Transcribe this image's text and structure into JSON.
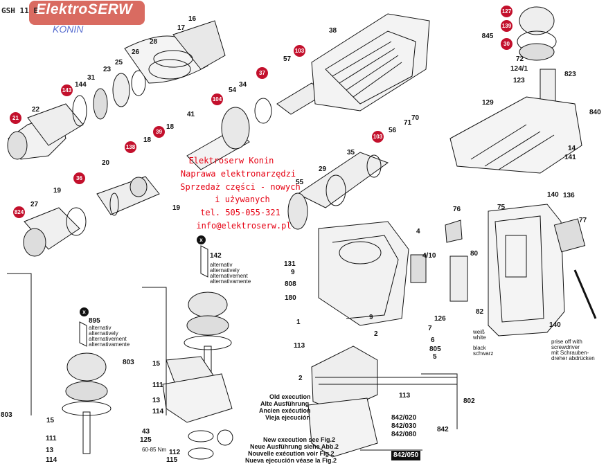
{
  "header": {
    "model": "GSH 11 E",
    "logo_main": "ElektroSERW",
    "logo_sub": "KONIN"
  },
  "company": {
    "name": "Elektroserw Konin",
    "line1": "Naprawa elektronarzędzi",
    "line2": "Sprzedaż części - nowych",
    "line3": "i używanych",
    "phone": "tel. 505-055-321",
    "email": "info@elektroserw.pl"
  },
  "circled_parts": [
    "127",
    "139",
    "845",
    "30",
    "143",
    "21",
    "103",
    "37",
    "104",
    "39",
    "138",
    "36",
    "824",
    "103",
    "x",
    "x"
  ],
  "part_numbers": [
    "16",
    "17",
    "28",
    "26",
    "25",
    "23",
    "31",
    "144",
    "22",
    "38",
    "57",
    "54",
    "34",
    "41",
    "18",
    "18",
    "20",
    "19",
    "27",
    "19",
    "72",
    "124/1",
    "123",
    "823",
    "840",
    "129",
    "14",
    "141",
    "56",
    "71",
    "70",
    "35",
    "29",
    "55",
    "140",
    "136",
    "142",
    "803",
    "15",
    "111",
    "13",
    "114",
    "43",
    "125",
    "112",
    "115",
    "895",
    "803",
    "15",
    "111",
    "13",
    "114",
    "131",
    "9",
    "808",
    "180",
    "1",
    "4",
    "4/10",
    "76",
    "75",
    "77",
    "80",
    "82",
    "140",
    "113",
    "2",
    "7",
    "126",
    "6",
    "805",
    "5",
    "9",
    "113",
    "2",
    "802",
    "842",
    "842/020",
    "842/030",
    "842/080",
    "842/050"
  ],
  "annotations": {
    "alternatively": [
      "alternativ",
      "alternatively",
      "alternativement",
      "alternativamente"
    ],
    "torque": "60-85 Nm",
    "wire_colors_1": [
      "weiß",
      "white"
    ],
    "wire_colors_2": [
      "black",
      "schwarz"
    ],
    "prise_off": [
      "prise off with",
      "screwdriver",
      "mit Schrauben-",
      "dreher abdrücken"
    ],
    "old_execution": [
      "Old execution",
      "Alte Ausführung",
      "Ancien exécution",
      "Vieja ejecución"
    ],
    "new_execution": [
      "New execution see Fig.2",
      "Neue Ausführung siehe Abb.2",
      "Nouvelle exécution voir Fig.2",
      "Nueva ejecución véase la Fig.2"
    ]
  },
  "colors": {
    "callout_red": "#c3102c",
    "watermark_red": "#e60012",
    "logo_bg": "#d96b61",
    "logo_sub": "#5a6fd0",
    "line": "#111111"
  }
}
